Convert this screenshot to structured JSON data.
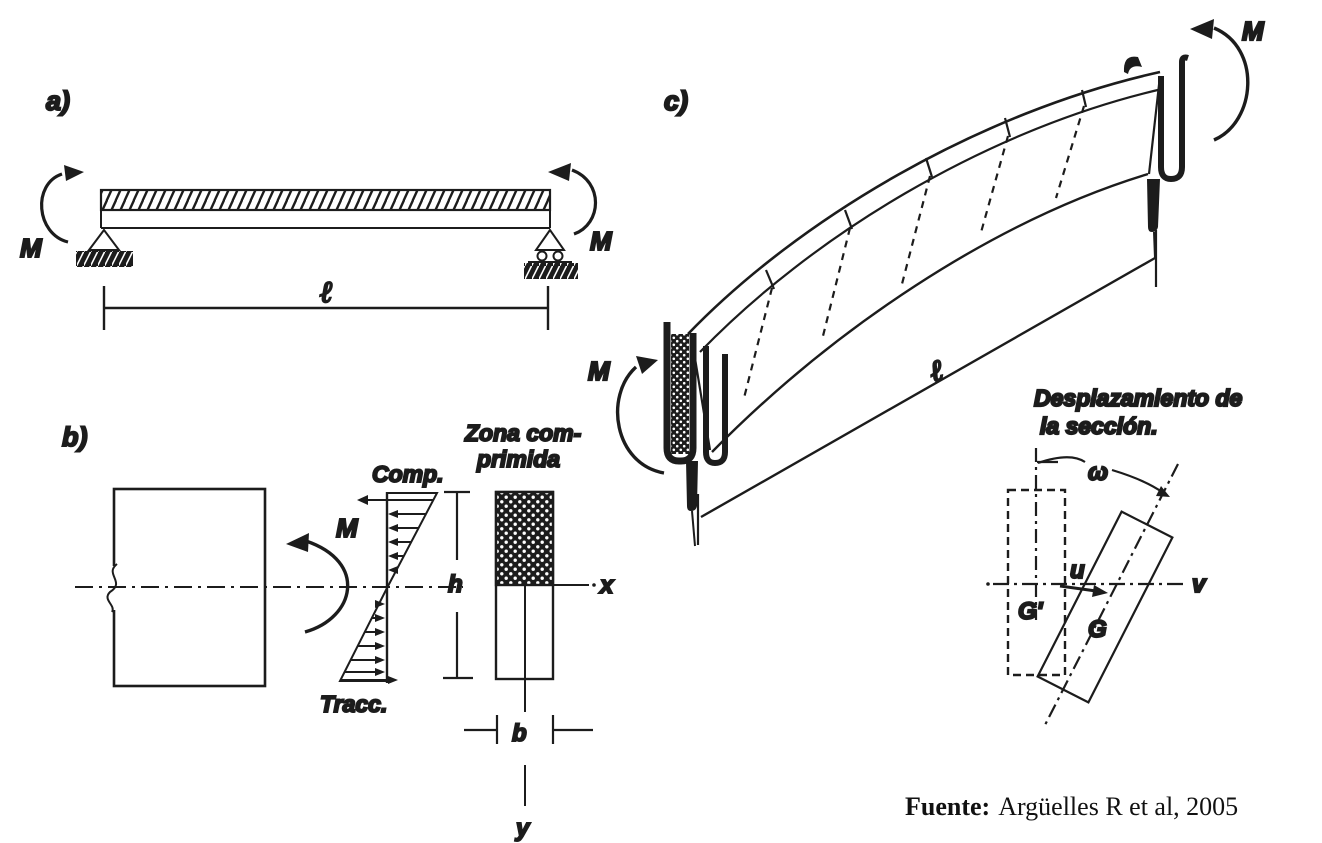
{
  "colors": {
    "ink": "#1c1c1c",
    "paper": "#ffffff"
  },
  "panel_a": {
    "label": "a)",
    "moment_label": "M",
    "span_label": "ℓ"
  },
  "panel_b": {
    "label": "b)",
    "moment_label": "M",
    "compression_label": "Comp.",
    "tension_label": "Tracc.",
    "compressed_zone_line1": "Zona com-",
    "compressed_zone_line2": "primida",
    "height_label": "h",
    "width_label": "b",
    "x_axis_label": "x",
    "y_axis_label": "y"
  },
  "panel_c": {
    "label": "c)",
    "moment_label": "M",
    "span_label": "ℓ",
    "inset": {
      "title_line1": "Desplazamiento de",
      "title_line2": "la sección.",
      "rotation_label": "ω",
      "u_label": "u",
      "v_label": "v",
      "g_prime_label": "G'",
      "g_label": "G"
    }
  },
  "source": {
    "prefix": "Fuente:",
    "citation": "Argüelles R et al, 2005"
  }
}
